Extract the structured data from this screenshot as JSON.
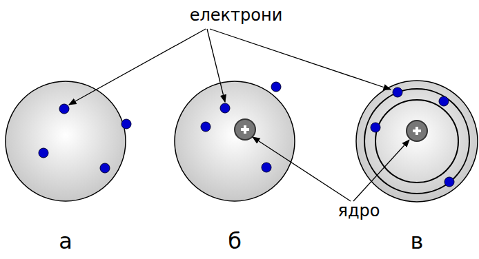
{
  "diagram": {
    "labels": [
      "електрони",
      "ядро",
      "а",
      "б",
      "в"
    ]
  }
}
